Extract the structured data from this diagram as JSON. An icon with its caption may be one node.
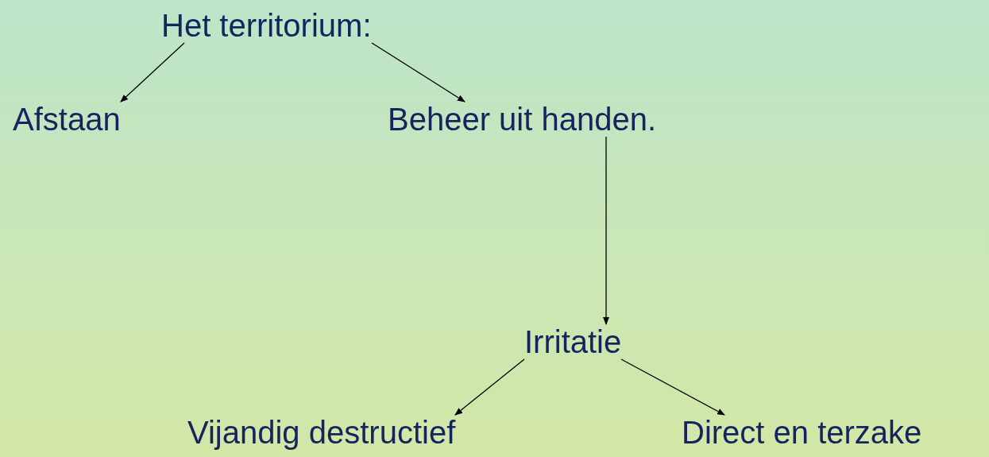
{
  "diagram": {
    "nodes": [
      {
        "text": [
          "Het territorium:"
        ]
      },
      {
        "text": [
          "Afstaan"
        ]
      },
      {
        "text": [
          "Beheer uit handen."
        ]
      },
      {
        "text": [
          "Irritatie"
        ]
      },
      {
        "text": [
          "Vijandig destructief"
        ]
      },
      {
        "text": [
          "Direct en terzake"
        ]
      }
    ],
    "edges": [
      {
        "from": 0,
        "to": 1,
        "arrow": "to"
      },
      {
        "from": 0,
        "to": 2,
        "arrow": "to"
      },
      {
        "from": 2,
        "to": 3,
        "arrow": "to"
      },
      {
        "from": 3,
        "to": 4,
        "arrow": "to"
      },
      {
        "from": 3,
        "to": 5,
        "arrow": "to"
      }
    ]
  }
}
